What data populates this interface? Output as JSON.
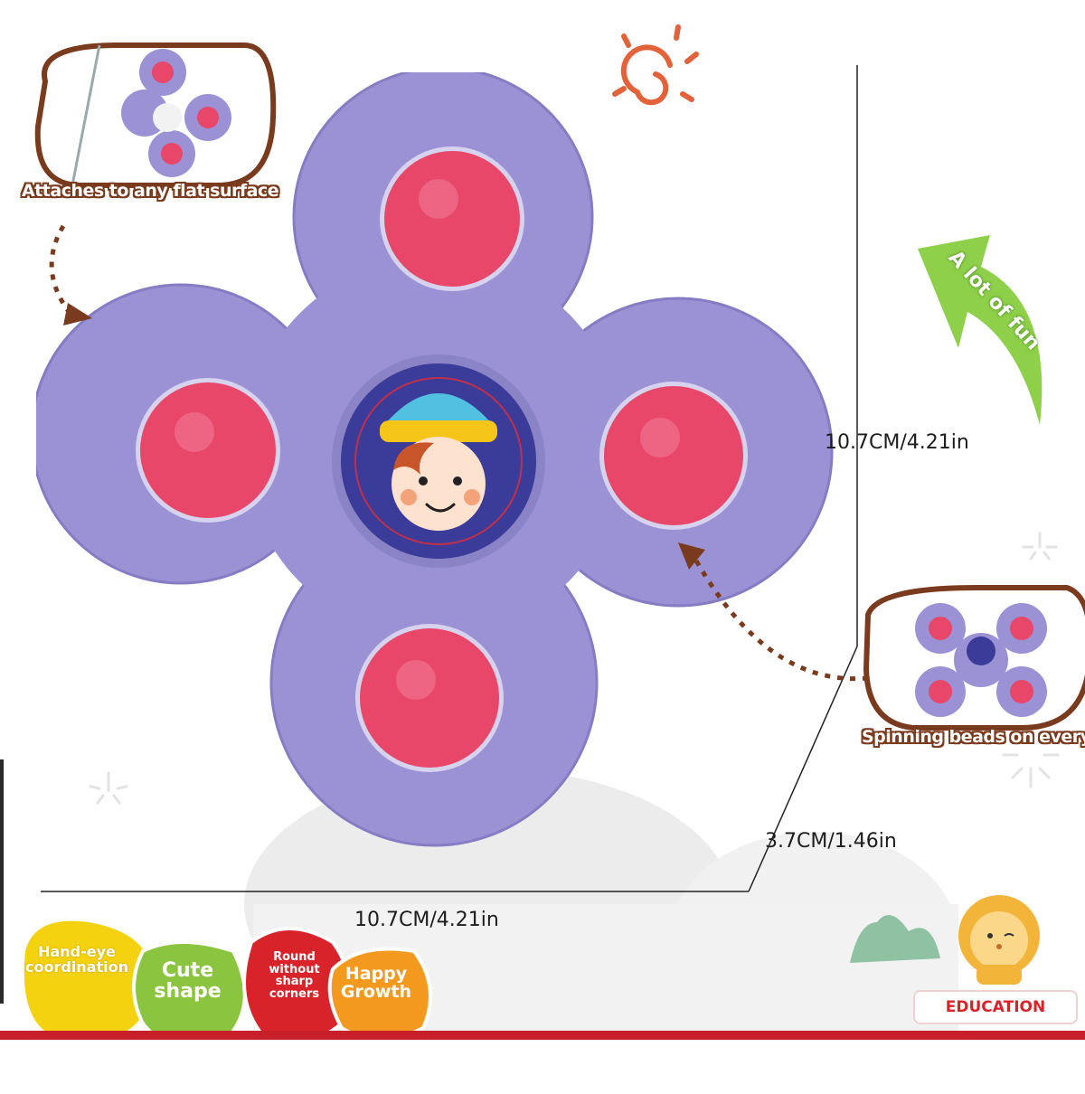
{
  "callouts": {
    "attach_label": "Attaches to any flat surface",
    "spin_label": "Spinning beads on every blad",
    "fun_label": "A lot of fun"
  },
  "dimensions": {
    "height_label": "10.7CM/4.21in",
    "depth_label": "3.7CM/1.46in",
    "width_label": "10.7CM/4.21in"
  },
  "features": [
    {
      "label": "Hand-eye coordination",
      "color": "#f5d20f"
    },
    {
      "label": "Cute shape",
      "color": "#8bc53f"
    },
    {
      "label": "Round without sharp corners",
      "color": "#d8232a"
    },
    {
      "label": "Happy Growth",
      "color": "#f39a1e"
    }
  ],
  "brand": {
    "label": "EDUCATION",
    "color": "#d8232a"
  },
  "colors": {
    "spinner_body": "#9b92d6",
    "bead": "#e8476a",
    "center_disc": "#3b3b9a",
    "arrow": "#7a3a1d",
    "fun_arrow": "#8fd04a"
  }
}
